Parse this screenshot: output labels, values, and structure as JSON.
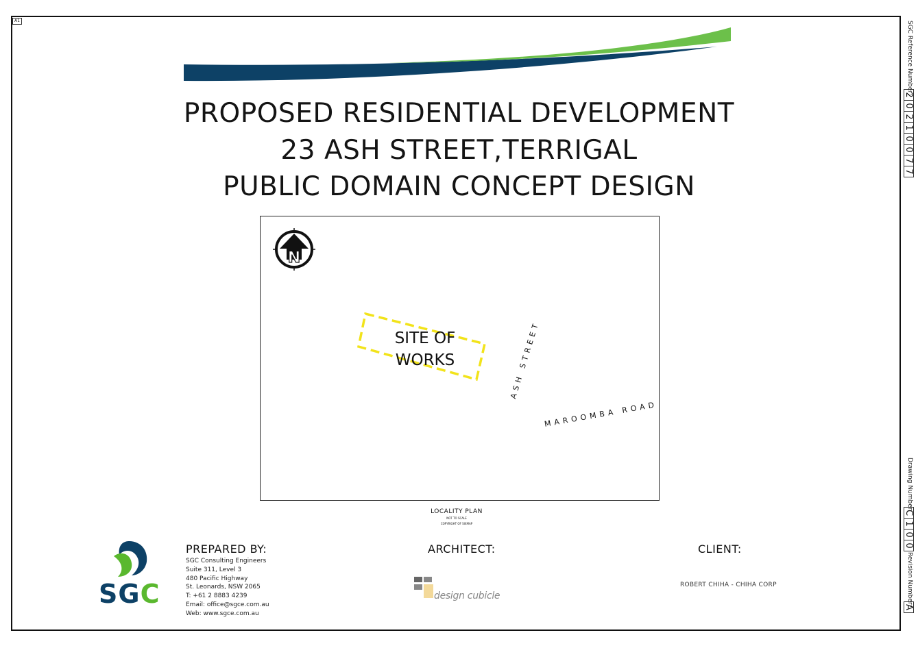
{
  "sheet": {
    "size": "A1"
  },
  "title": {
    "line1": "PROPOSED RESIDENTIAL DEVELOPMENT",
    "line2": "23 ASH STREET,TERRIGAL",
    "line3": "PUBLIC DOMAIN CONCEPT DESIGN"
  },
  "map": {
    "site_line1": "SITE OF",
    "site_line2": "WORKS",
    "street_ash": "ASH    STREET",
    "road_maroomba": "MAROOMBA ROAD",
    "north": "N"
  },
  "locality": {
    "title": "LOCALITY PLAN",
    "sub1": "NOT TO SCALE",
    "sub2": "COPYRIGHT OF SIXMAP"
  },
  "logo": {
    "text": "SGC",
    "colors": {
      "blue": "#0d4166",
      "green": "#5ab82e"
    }
  },
  "prepared_by": {
    "heading": "PREPARED BY:",
    "lines": [
      "SGC Consulting Engineers",
      "Suite 311, Level 3",
      "480 Pacific Highway",
      "St. Leonards, NSW 2065",
      "T: +61 2 8883 4239",
      "Email: office@sgce.com.au",
      "Web: www.sgce.com.au"
    ]
  },
  "architect": {
    "heading": "ARCHITECT:",
    "logo_text": "design cubicle"
  },
  "client": {
    "heading": "CLIENT:",
    "name": "ROBERT CHIHA - CHIHA CORP"
  },
  "title_block": {
    "ref_label": "SGC Reference Number:",
    "ref_digits": [
      "2",
      "0",
      "2",
      "1",
      "0",
      "0",
      "7",
      "7"
    ],
    "drawing_label": "Drawing Number:",
    "drawing_digits": [
      "C",
      "1",
      "0",
      "0"
    ],
    "revision_label": "Revision Number:",
    "revision_digits": [
      "A"
    ]
  },
  "colors": {
    "site_outline": "#f2e31a",
    "swoosh_blue": "#0d4166",
    "swoosh_green": "#6cc04a"
  }
}
